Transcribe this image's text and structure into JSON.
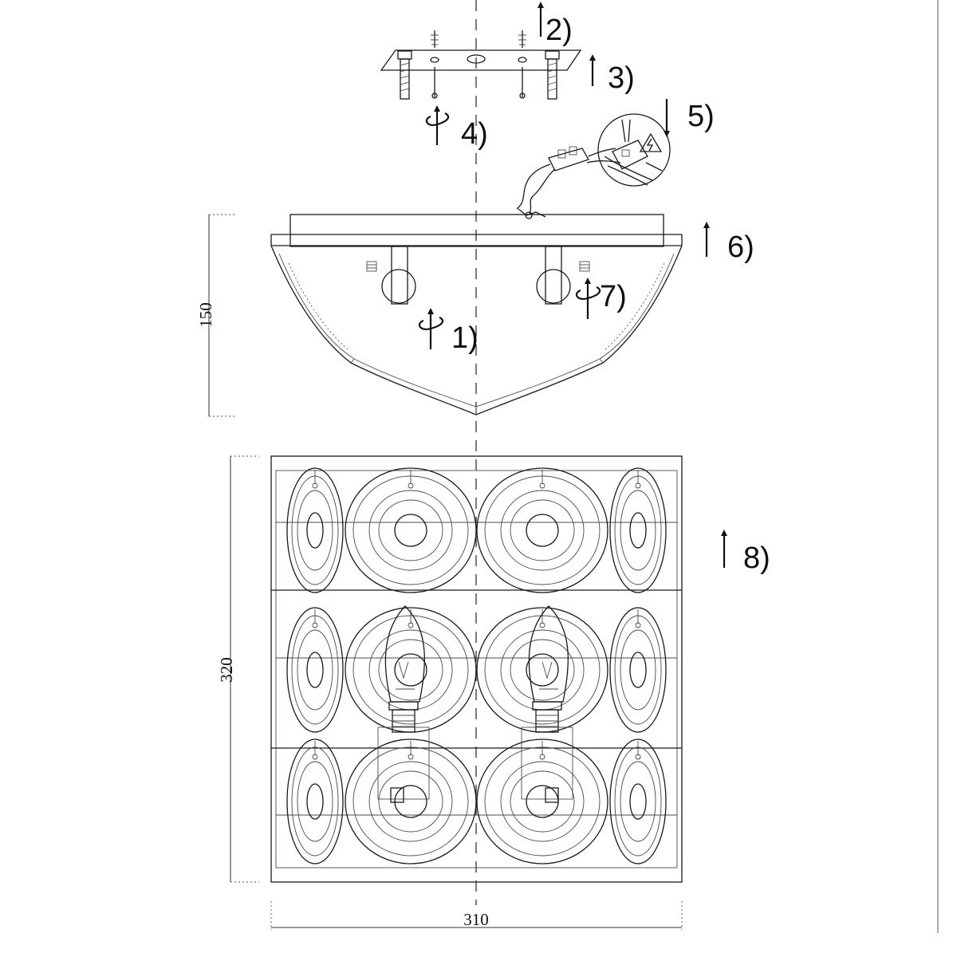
{
  "steps": {
    "s1": "1)",
    "s2": "2)",
    "s3": "3)",
    "s4": "4)",
    "s5": "5)",
    "s6": "6)",
    "s7": "7)",
    "s8": "8)"
  },
  "dimensions": {
    "height_side": "150",
    "height_front": "320",
    "width_front": "310"
  },
  "icons": {
    "warning": "high-voltage-warning-icon",
    "rotate": "rotate-arrow-icon",
    "up": "up-arrow-icon",
    "down": "down-arrow-icon"
  }
}
